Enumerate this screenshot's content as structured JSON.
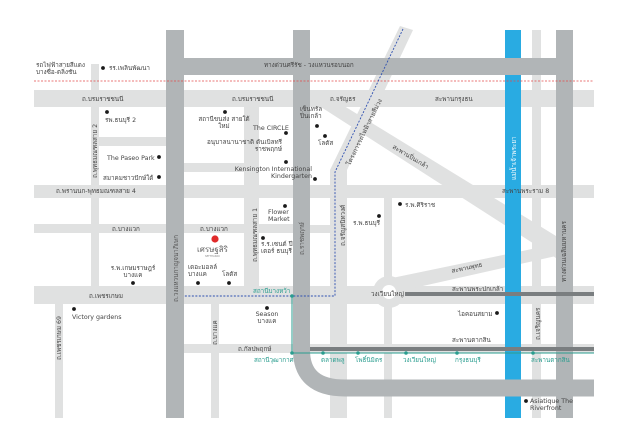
{
  "colors": {
    "river": "#29abe2",
    "major_road": "#b1b5b7",
    "road": "#e0e1e1",
    "bts": "#2a9d8f",
    "project": "#e02a2a",
    "red_line": "#e44b4b",
    "purple_line": "#2d4fb0"
  },
  "project": {
    "name": "เศรษฐสิริ",
    "subtitle": "SETTHASIRI"
  },
  "roads": {
    "outer_ring": "ทางด่วนศรีรัช - วงแหวนรอบนอก",
    "boromratchachonnani_1": "ถ.บรมราชชนนี",
    "boromratchachonnani_2": "ถ.บรมราชชนนี",
    "charan_top": "ถ.จรัญธร",
    "krungthon_bridge": "สะพานกรุงธน",
    "phrannok": "ถ.พรานนก-พุทธมณฑลสาย 4",
    "rama8_bridge": "สะพานพระราม 8",
    "pinklao_bridge": "สะพานปิ่นเกล้า",
    "bangwaek_1": "ถ.บางแวก",
    "bangwaek_2": "ถ.บางแวก",
    "phetkasem": "ถ.เพชรเกษม",
    "phutthamonthon2": "ถ.พุทธมณฑลสาย 2",
    "phutthamonthon1": "ถ.พุทธมณฑลสาย 1",
    "kanchanaphisek": "ถ.วงแหวนกาญจนาภิเษก",
    "ratchaphruek": "ถ.ราชพฤกษ์",
    "charansanitwong": "ถ.จรัญสนิทวงศ์",
    "purple_line": "โครงการรถไฟฟ้าสายสีม่วง",
    "phetkasem69": "ถ.เพชรเกษม 69",
    "bangkhae": "ถ.บางแค",
    "thapphruek": "ถ.กัลปพฤกษ์",
    "phut_bridge": "สะพานพุทธ",
    "pokklao_bridge": "สะพานพระปกเกล้า",
    "taksin_bridge": "สะพานตากสิน",
    "charoennakhon": "ถ.เจริญนคร",
    "expressway_right": "ทางด่วนเฉลิมมหานคร",
    "wongwian_yai": "วงเวียนใหญ่",
    "river": "แม่น้ำเจ้าพระยา"
  },
  "places": {
    "red_line": "รถไฟฟ้าสายสีแดง บางซื่อ-ตลิ่งชัน",
    "school": "รร.เพลินพัฒนา",
    "thonburi2": "รพ.ธนบุรี 2",
    "paseo": "The Paseo Park",
    "southern_bus": "สถานีขนส่ง สายใต้ใหม่",
    "circle": "The CIRCLE",
    "monument": "อนุบาลนานาชาติ ดันเบิลทรี ราชพฤกษ์",
    "kensington": "Kensington International Kindergarten",
    "central": "เซ็นทรัล ปิ่นเกล้า",
    "lotus_top": "โลตัส",
    "flower": "Flower Market",
    "siriraj": "ร.พ.ศิริราช",
    "thonburi": "ร.พ.ธนบุรี",
    "st_john": "ร.ร.เซนต์ ปีเตอร์ ธนบุรี",
    "kasemrad": "ร.พ.เกษมราษฎร์ บางแค",
    "mall": "เดอะมอลล์ บางแค",
    "lotus": "โลตัส",
    "victory": "Victory gardens",
    "season": "Season บางแค",
    "iconsiam": "ไอคอนสยาม",
    "asiatique": "Asiatique The Riverfront",
    "students_assoc": "สมาคมชาวปักษ์ใต้"
  },
  "stations": {
    "bang_wa": "สถานีบางหว้า",
    "wutthakat": "สถานีวุฒากาศ",
    "talat_phlu": "ตลาดพลู",
    "pho_nimit": "โพธิ์นิมิตร",
    "wongwian_yai": "วงเวียนใหญ่",
    "krung_thon_buri": "กรุงธนบุรี",
    "saphan_taksin": "สะพานตากสิน"
  }
}
